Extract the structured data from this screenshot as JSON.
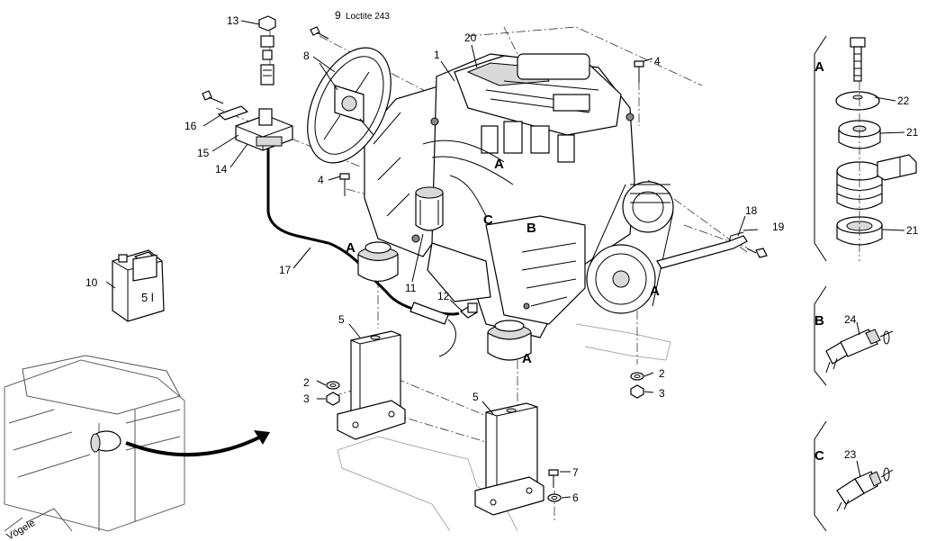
{
  "callouts": {
    "c1": "1",
    "c2a": "2",
    "c2b": "2",
    "c3a": "3",
    "c3b": "3",
    "c4a": "4",
    "c4b": "4",
    "c5a": "5",
    "c5b": "5",
    "c6": "6",
    "c7": "7",
    "c8": "8",
    "c9": "9",
    "c10": "10",
    "c11": "11",
    "c12": "12",
    "c13": "13",
    "c14": "14",
    "c15": "15",
    "c16": "16",
    "c17": "17",
    "c18": "18",
    "c19": "19",
    "c20": "20",
    "c21a": "21",
    "c21b": "21",
    "c22": "22",
    "c23": "23",
    "c24": "24"
  },
  "notes": {
    "loctite": "Loctite 243"
  },
  "detail_refs": {
    "a_engine_top": "A",
    "b_engine": "B",
    "c_engine": "C",
    "a_mount_left": "A",
    "a_mount_mid": "A",
    "a_mount_right": "A"
  },
  "side_panels": {
    "a": "A",
    "b": "B",
    "c": "C"
  },
  "canister_text": "5 l",
  "brand_text": "Vögele"
}
